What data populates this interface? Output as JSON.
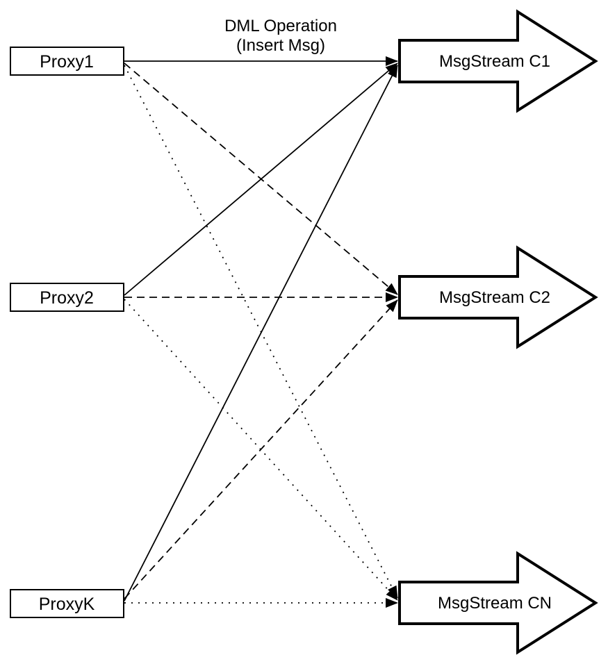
{
  "caption": {
    "line1": "DML Operation",
    "line2": "(Insert Msg)"
  },
  "proxies": [
    {
      "id": "proxy1",
      "label": "Proxy1"
    },
    {
      "id": "proxy2",
      "label": "Proxy2"
    },
    {
      "id": "proxyk",
      "label": "ProxyK"
    }
  ],
  "streams": [
    {
      "id": "msgstream-c1",
      "label": "MsgStream C1"
    },
    {
      "id": "msgstream-c2",
      "label": "MsgStream C2"
    },
    {
      "id": "msgstream-cn",
      "label": "MsgStream CN"
    }
  ],
  "edges": [
    {
      "from": "Proxy1",
      "to": "MsgStream C1",
      "style": "solid"
    },
    {
      "from": "Proxy2",
      "to": "MsgStream C1",
      "style": "solid"
    },
    {
      "from": "ProxyK",
      "to": "MsgStream C1",
      "style": "solid"
    },
    {
      "from": "Proxy1",
      "to": "MsgStream C2",
      "style": "dashed"
    },
    {
      "from": "Proxy2",
      "to": "MsgStream C2",
      "style": "dashed"
    },
    {
      "from": "ProxyK",
      "to": "MsgStream C2",
      "style": "dashed"
    },
    {
      "from": "Proxy1",
      "to": "MsgStream CN",
      "style": "dotted"
    },
    {
      "from": "Proxy2",
      "to": "MsgStream CN",
      "style": "dotted"
    },
    {
      "from": "ProxyK",
      "to": "MsgStream CN",
      "style": "dotted"
    }
  ],
  "colors": {
    "stroke": "#000000",
    "fill": "#ffffff",
    "background": "#ffffff"
  }
}
